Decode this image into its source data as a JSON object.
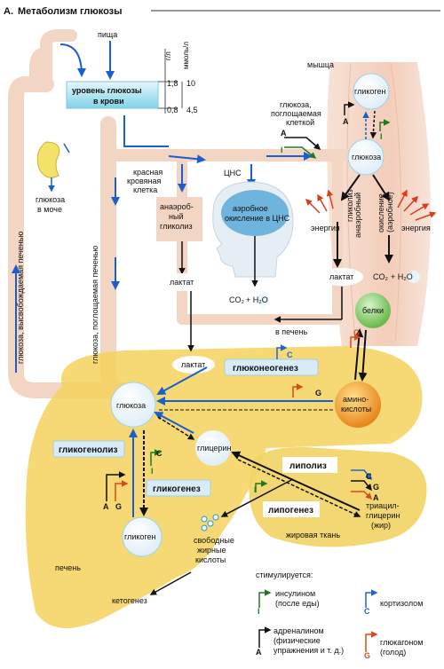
{
  "header": {
    "marker": "A.",
    "title": "Метаболизм глюкозы"
  },
  "colors": {
    "blood": "#f3d5c3",
    "liver": "#f4d25c",
    "fat": "#f2d363",
    "muscle": "#f0c9b7",
    "insulin": "#1f7a1f",
    "cortisol": "#2266cc",
    "adrenaline": "#111111",
    "glucagon": "#d94a1a",
    "flow": "#1a5fd0"
  },
  "labels": {
    "food": "пища",
    "unit_gl": "г/л",
    "unit_mmol": "ммоль/л",
    "level_high_g": "1,8",
    "level_high_mmol": "10",
    "level_low_g": "0,8",
    "level_low_mmol": "4,5",
    "blood_level_1": "уровень глюкозы",
    "blood_level_2": "в крови",
    "kidney_urine_1": "глюкоза",
    "kidney_urine_2": "в моче",
    "rbc_1": "красная",
    "rbc_2": "кровяная",
    "rbc_3": "клетка",
    "anaerobic_1": "анаэроб-",
    "anaerobic_2": "ный",
    "anaerobic_3": "гликолиз",
    "cns": "ЦНС",
    "aerobic_cns_1": "аэробное",
    "aerobic_cns_2": "окисление в ЦНС",
    "lactate": "лактат",
    "co2": "CO₂",
    "h2o": "+ H₂O",
    "to_liver": "в печень",
    "muscle": "мышца",
    "glycogen": "гликоген",
    "glucose_uptake_1": "глюкоза,",
    "glucose_uptake_2": "поглощаемая",
    "glucose_uptake_3": "клеткой",
    "glucose": "глюкоза",
    "energy": "энергия",
    "anaerobic_glycolysis_1": "анаэробный",
    "anaerobic_glycolysis_2": "гликолиз",
    "oxidation_1": "окисление",
    "oxidation_2": "(аэробное)",
    "proteins": "белки",
    "amino_1": "амино-",
    "amino_2": "кислоты",
    "gluconeogenesis": "глюконеогенез",
    "glycogenolysis": "гликогенолиз",
    "glycogenesis": "гликогенез",
    "glycerol": "глицерин",
    "lipolysis": "липолиз",
    "lipogenesis": "липогенез",
    "triacyl_1": "триацил-",
    "triacyl_2": "глицерин",
    "triacyl_3": "(жир)",
    "adipose": "жировая ткань",
    "ffa_1": "свободные",
    "ffa_2": "жирные",
    "ffa_3": "кислоты",
    "liver": "печень",
    "ketogenesis": "кетогенез",
    "released_by_liver": "глюкоза, высвобождаемая печенью",
    "taken_by_liver": "глюкоза, поглощаемая печенью"
  },
  "hormones": {
    "I": "I",
    "A": "A",
    "C": "C",
    "G": "G"
  },
  "legend": {
    "title": "стимулируется:",
    "insulin_1": "инсулином",
    "insulin_2": "(после еды)",
    "cortisol": "кортизолом",
    "adrenaline_1": "адреналином",
    "adrenaline_2": "(физические",
    "adrenaline_3": "упражнения и т. д.)",
    "glucagon_1": "глюкагоном",
    "glucagon_2": "(голод)"
  }
}
